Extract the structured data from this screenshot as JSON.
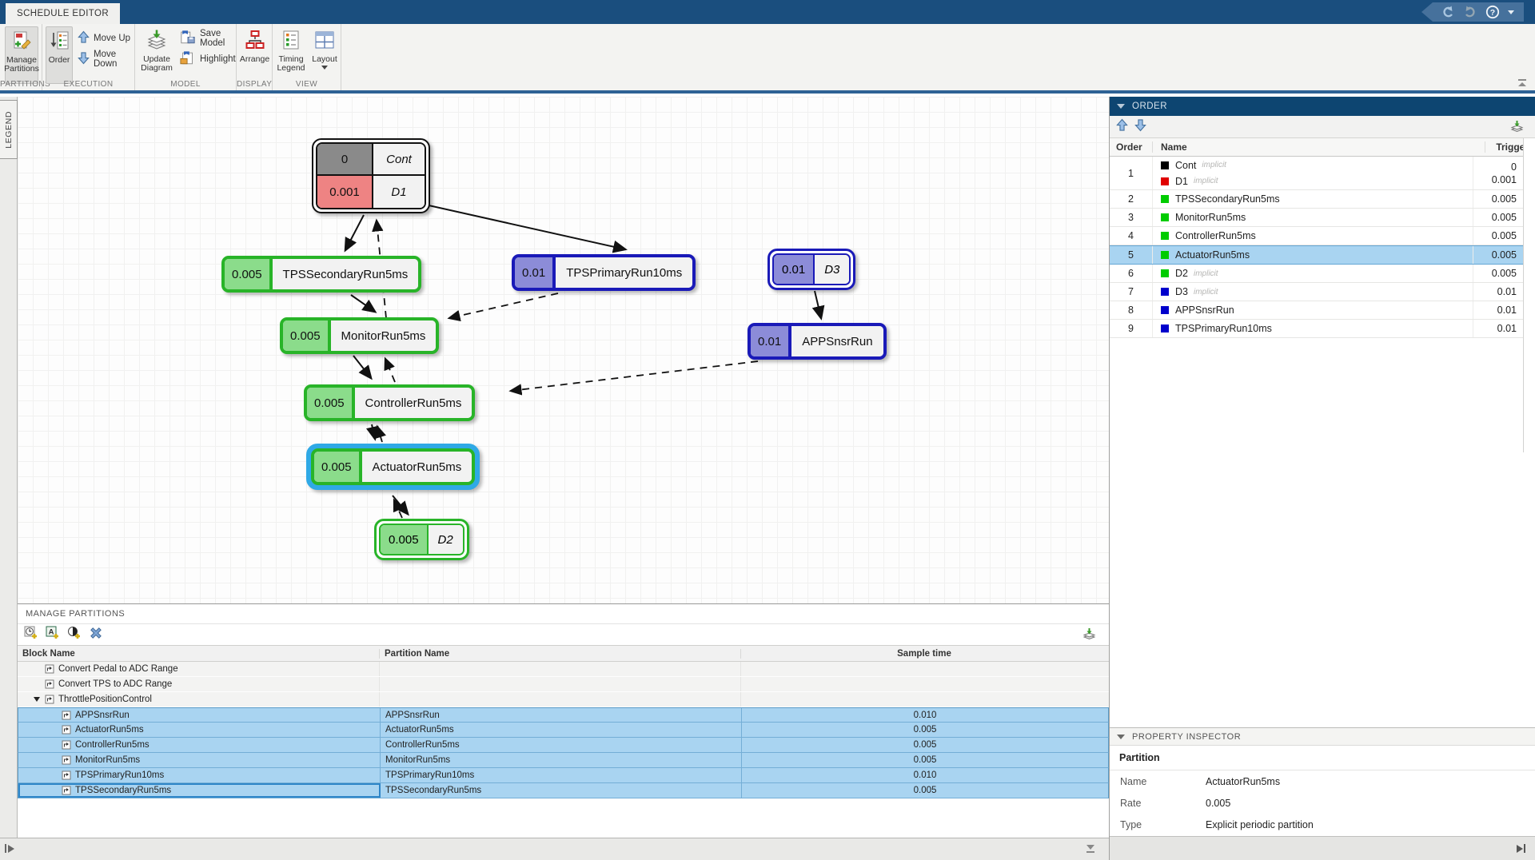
{
  "colors": {
    "titlebar_bg": "#1a4e7e",
    "order_header_bg": "#0d4571",
    "selection_fill": "#a9d4f1",
    "selected_block_ring": "#2fa9e6",
    "green_border": "#28b428",
    "green_fill": "#8bdc8b",
    "blue_border": "#1a1ab8",
    "blue_fill": "#8c8cd8",
    "cont_gray_fill": "#8a8a8a",
    "d1_red_fill": "#ee8383",
    "legend_black": "#000000",
    "legend_red": "#e00000",
    "legend_green": "#00cc00",
    "legend_blue": "#0000cc"
  },
  "titlebar": {
    "tab": "SCHEDULE EDITOR"
  },
  "ribbon": {
    "group_labels": [
      "PARTITIONS",
      "EXECUTION",
      "MODEL",
      "DISPLAY",
      "VIEW"
    ],
    "manage_partitions": "Manage Partitions",
    "order": "Order",
    "move_up": "Move Up",
    "move_down": "Move Down",
    "update_diagram": "Update Diagram",
    "save_model": "Save Model",
    "highlight": "Highlight",
    "arrange": "Arrange",
    "timing_legend": "Timing Legend",
    "layout": "Layout"
  },
  "legend_tab": "LEGEND",
  "diagram": {
    "cont_block": {
      "rows": [
        {
          "value": "0",
          "name": "Cont"
        },
        {
          "value": "0.001",
          "name": "D1"
        }
      ]
    },
    "blocks": [
      {
        "value": "0.005",
        "name": "TPSSecondaryRun5ms"
      },
      {
        "value": "0.01",
        "name": "TPSPrimaryRun10ms"
      },
      {
        "value": "0.01",
        "name": "D3"
      },
      {
        "value": "0.005",
        "name": "MonitorRun5ms"
      },
      {
        "value": "0.01",
        "name": "APPSnsrRun"
      },
      {
        "value": "0.005",
        "name": "ControllerRun5ms"
      },
      {
        "value": "0.005",
        "name": "ActuatorRun5ms"
      },
      {
        "value": "0.005",
        "name": "D2"
      }
    ]
  },
  "order_panel": {
    "title": "ORDER",
    "columns": [
      "Order",
      "Name",
      "Trigger"
    ],
    "rows": [
      {
        "order": "1",
        "entries": [
          {
            "name": "Cont",
            "tag": "implicit",
            "color": "#000000",
            "trigger": "0"
          },
          {
            "name": "D1",
            "tag": "implicit",
            "color": "#e00000",
            "trigger": "0.001"
          }
        ]
      },
      {
        "order": "2",
        "name": "TPSSecondaryRun5ms",
        "color": "#00cc00",
        "trigger": "0.005"
      },
      {
        "order": "3",
        "name": "MonitorRun5ms",
        "color": "#00cc00",
        "trigger": "0.005"
      },
      {
        "order": "4",
        "name": "ControllerRun5ms",
        "color": "#00cc00",
        "trigger": "0.005"
      },
      {
        "order": "5",
        "name": "ActuatorRun5ms",
        "color": "#00cc00",
        "trigger": "0.005"
      },
      {
        "order": "6",
        "name": "D2",
        "tag": "implicit",
        "color": "#00cc00",
        "trigger": "0.005"
      },
      {
        "order": "7",
        "name": "D3",
        "tag": "implicit",
        "color": "#0000cc",
        "trigger": "0.01"
      },
      {
        "order": "8",
        "name": "APPSnsrRun",
        "color": "#0000cc",
        "trigger": "0.01"
      },
      {
        "order": "9",
        "name": "TPSPrimaryRun10ms",
        "color": "#0000cc",
        "trigger": "0.01"
      }
    ]
  },
  "manage_partitions": {
    "title": "MANAGE PARTITIONS",
    "columns": [
      "Block Name",
      "Partition Name",
      "Sample time"
    ],
    "rows": [
      {
        "block": "Convert Pedal to ADC Range",
        "partition": "",
        "sample_time": ""
      },
      {
        "block": "Convert TPS to ADC Range",
        "partition": "",
        "sample_time": ""
      },
      {
        "block": "ThrottlePositionControl",
        "partition": "",
        "sample_time": ""
      },
      {
        "block": "APPSnsrRun",
        "partition": "APPSnsrRun",
        "sample_time": "0.010"
      },
      {
        "block": "ActuatorRun5ms",
        "partition": "ActuatorRun5ms",
        "sample_time": "0.005"
      },
      {
        "block": "ControllerRun5ms",
        "partition": "ControllerRun5ms",
        "sample_time": "0.005"
      },
      {
        "block": "MonitorRun5ms",
        "partition": "MonitorRun5ms",
        "sample_time": "0.005"
      },
      {
        "block": "TPSPrimaryRun10ms",
        "partition": "TPSPrimaryRun10ms",
        "sample_time": "0.010"
      },
      {
        "block": "TPSSecondaryRun5ms",
        "partition": "TPSSecondaryRun5ms",
        "sample_time": "0.005"
      }
    ]
  },
  "property_inspector": {
    "title": "PROPERTY INSPECTOR",
    "section": "Partition",
    "fields": [
      {
        "label": "Name",
        "value": "ActuatorRun5ms"
      },
      {
        "label": "Rate",
        "value": "0.005"
      },
      {
        "label": "Type",
        "value": "Explicit periodic partition"
      }
    ]
  }
}
